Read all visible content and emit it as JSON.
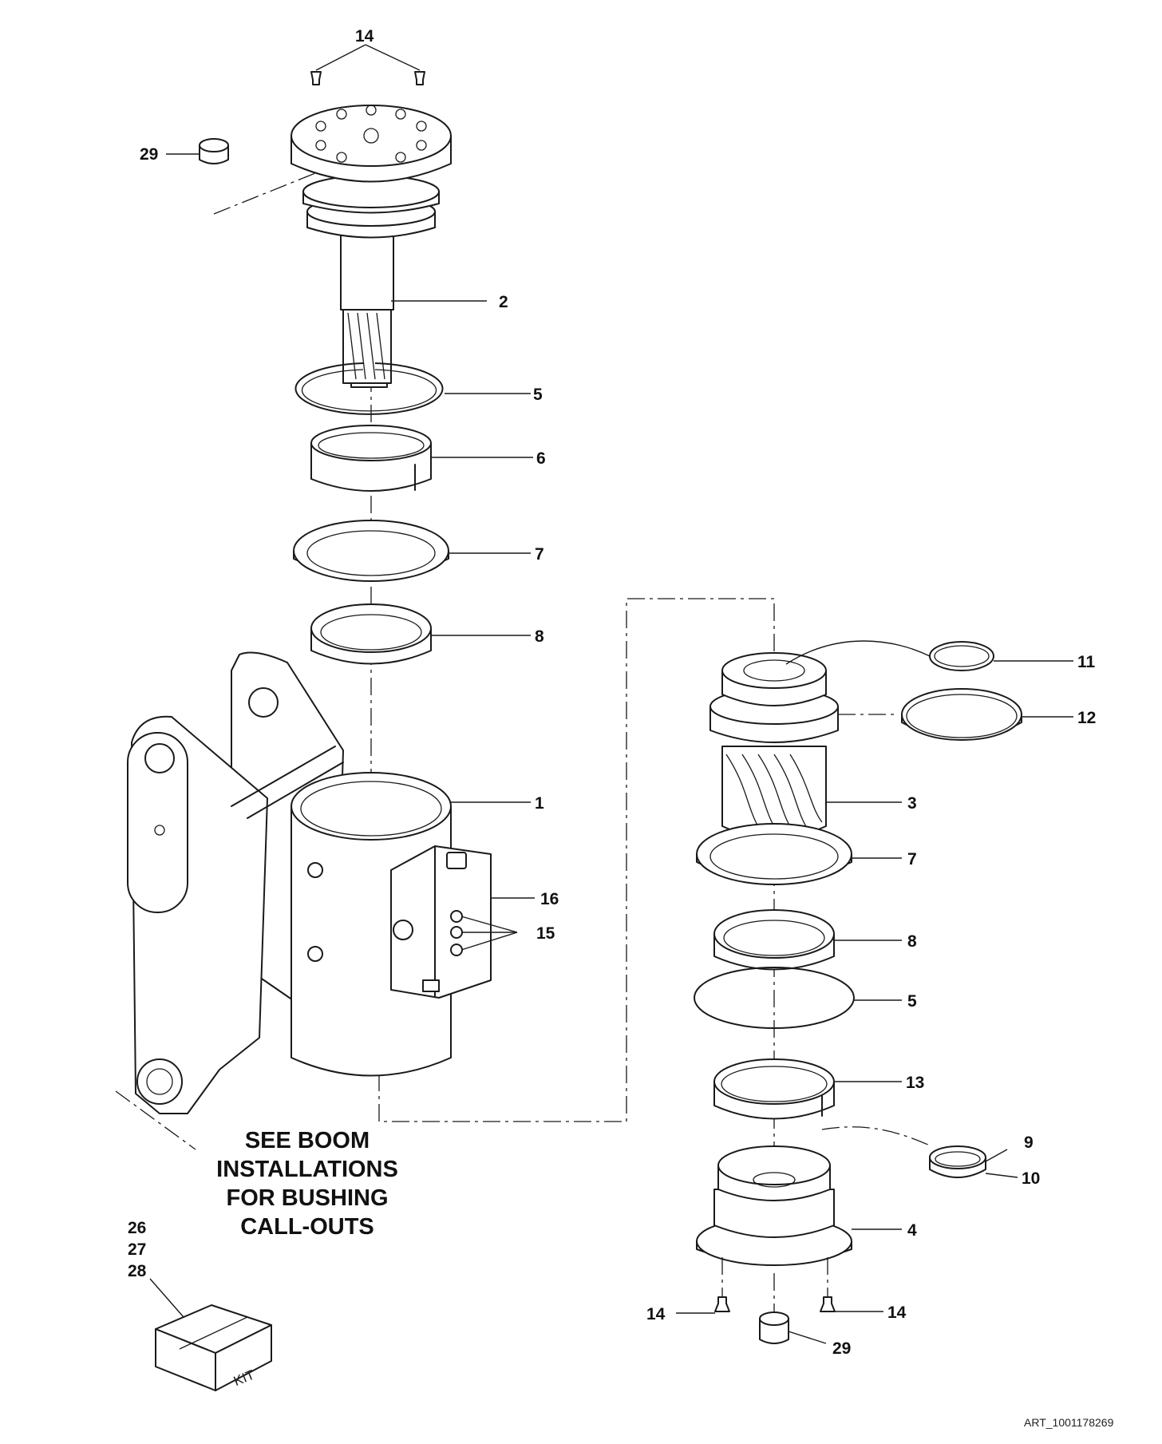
{
  "callouts": {
    "c14_top": "14",
    "c29_top": "29",
    "c2": "2",
    "c5_left": "5",
    "c6": "6",
    "c7_left": "7",
    "c8_left": "8",
    "c1": "1",
    "c16": "16",
    "c15": "15",
    "c11": "11",
    "c12": "12",
    "c3": "3",
    "c7_right": "7",
    "c8_right": "8",
    "c5_right": "5",
    "c13": "13",
    "c9": "9",
    "c10": "10",
    "c4": "4",
    "c14_bl": "14",
    "c14_br": "14",
    "c29_bot": "29",
    "c26": "26",
    "c27": "27",
    "c28": "28"
  },
  "note": {
    "line1": "SEE BOOM",
    "line2": "INSTALLATIONS",
    "line3": "FOR BUSHING",
    "line4": "CALL-OUTS"
  },
  "kit_label": "KIT",
  "art_id": "ART_1001178269"
}
